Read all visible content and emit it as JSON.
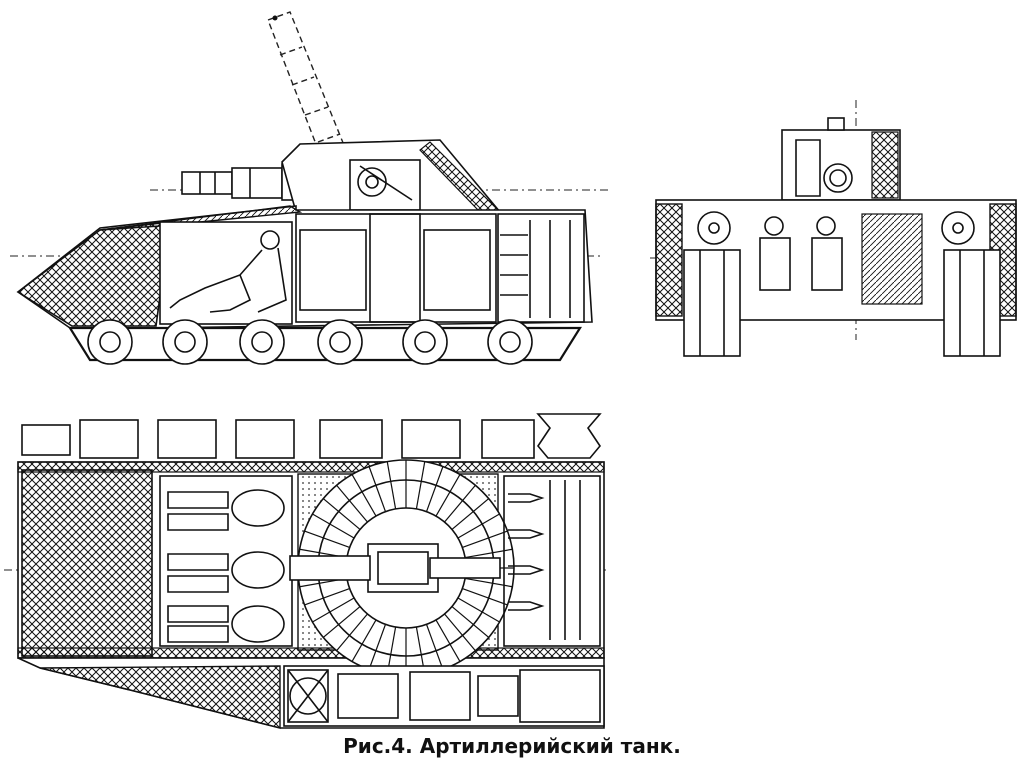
{
  "figure": {
    "caption": "Рис.4. Артиллерийский танк."
  },
  "views": [
    {
      "id": "side",
      "label": ""
    },
    {
      "id": "front",
      "label": ""
    },
    {
      "id": "top",
      "label": ""
    }
  ]
}
